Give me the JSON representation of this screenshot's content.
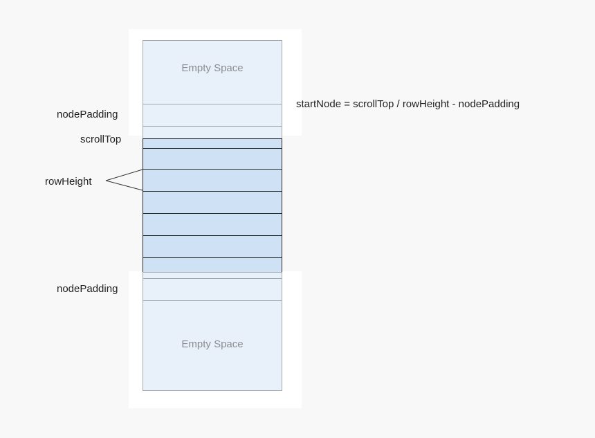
{
  "empty_space_top": "Empty Space",
  "empty_space_bottom": "Empty Space",
  "labels": {
    "node_padding_top": "nodePadding",
    "scroll_top": "scrollTop",
    "row_height": "rowHeight",
    "node_padding_bottom": "nodePadding"
  },
  "formula": "startNode = scrollTop / rowHeight - nodePadding",
  "colors": {
    "empty_fill": "#e8f0fa",
    "row_fill": "#cfe1f4",
    "row_border": "#222222",
    "background": "#f8f8f8"
  }
}
